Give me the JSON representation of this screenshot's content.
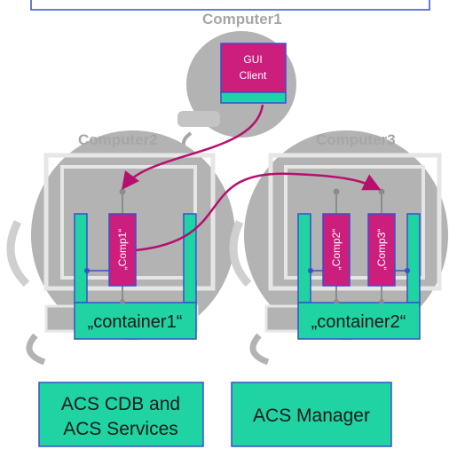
{
  "diagram": {
    "computers": [
      {
        "label": "Computer1"
      },
      {
        "label": "Computer2"
      },
      {
        "label": "Computer3"
      }
    ],
    "gui_client": {
      "line1": "GUI",
      "line2": "Client"
    },
    "components": [
      {
        "label": "„Comp1“"
      },
      {
        "label": "„Comp2“"
      },
      {
        "label": "„Comp3“"
      }
    ],
    "containers": [
      {
        "label": "„container1“"
      },
      {
        "label": "„container2“"
      }
    ],
    "services": {
      "cdb": {
        "line1": "ACS CDB and",
        "line2": "ACS Services"
      },
      "manager": {
        "label": "ACS Manager"
      }
    },
    "colors": {
      "teal": "#1fd3a3",
      "magenta": "#cc1f7d",
      "arrow": "#b5106d",
      "border": "#3a4fc9",
      "gray": "#b3b3b3"
    }
  }
}
